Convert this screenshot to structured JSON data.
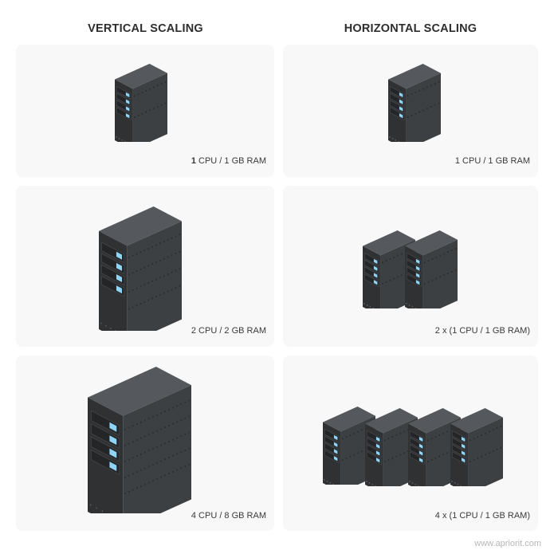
{
  "columns": {
    "vertical": "VERTICAL SCALING",
    "horizontal": "HORIZONTAL SCALING"
  },
  "vertical": [
    {
      "spec_bold": "1",
      "spec_rest": " CPU / 1 GB RAM",
      "servers": 1,
      "size": "small"
    },
    {
      "spec_bold": "",
      "spec_rest": "2 CPU / 2 GB RAM",
      "servers": 1,
      "size": "medium"
    },
    {
      "spec_bold": "",
      "spec_rest": "4 CPU / 8 GB RAM",
      "servers": 1,
      "size": "large"
    }
  ],
  "horizontal": [
    {
      "spec": "1 CPU / 1 GB RAM",
      "servers": 1
    },
    {
      "spec": "2 x (1 CPU / 1 GB RAM)",
      "servers": 2
    },
    {
      "spec": "4 x (1 CPU / 1 GB RAM)",
      "servers": 4
    }
  ],
  "colors": {
    "card_bg": "#f8f8f8",
    "server_front": "#2f3133",
    "server_side": "#3d4043",
    "server_top": "#55595d",
    "drive_light": "#8fd3f5"
  },
  "icons": {
    "server": "server-tower-icon"
  },
  "footer": "www.apriorit.com"
}
